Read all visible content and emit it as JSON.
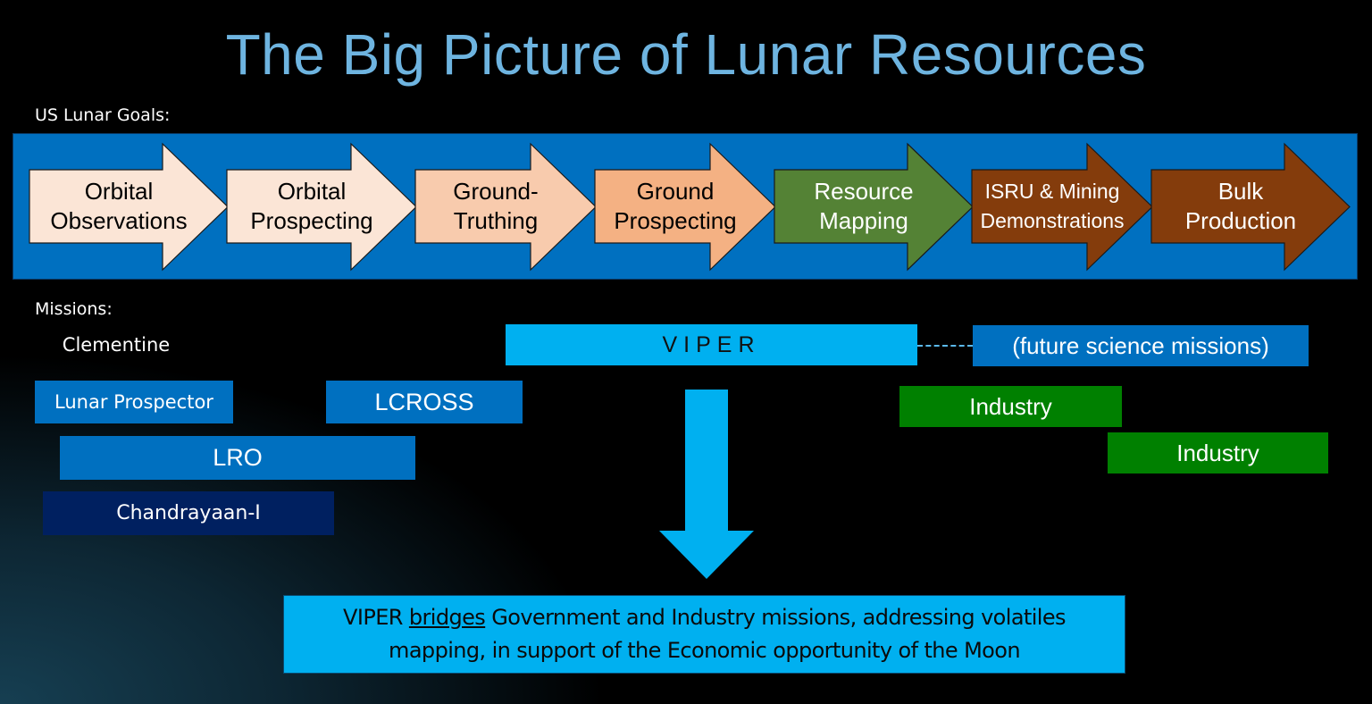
{
  "title": "The Big Picture of Lunar Resources",
  "goals": {
    "label": "US Lunar Goals:",
    "band_color": "#0070c0",
    "steps": [
      {
        "line1": "Orbital",
        "line2": "Observations",
        "fill": "#fbe5d6",
        "text_color": "#000000"
      },
      {
        "line1": "Orbital",
        "line2": "Prospecting",
        "fill": "#fbe5d6",
        "text_color": "#000000"
      },
      {
        "line1": "Ground-",
        "line2": "Truthing",
        "fill": "#f8cbad",
        "text_color": "#000000"
      },
      {
        "line1": "Ground",
        "line2": "Prospecting",
        "fill": "#f4b183",
        "text_color": "#000000"
      },
      {
        "line1": "Resource",
        "line2": "Mapping",
        "fill": "#548235",
        "text_color": "#ffffff"
      },
      {
        "line1": "ISRU & Mining",
        "line2": "Demonstrations",
        "fill": "#843c0c",
        "text_color": "#ffffff"
      },
      {
        "line1": "Bulk",
        "line2": "Production",
        "fill": "#843c0c",
        "text_color": "#ffffff"
      }
    ]
  },
  "missions": {
    "label": "Missions:",
    "bars": [
      {
        "name": "Clementine",
        "color": "#000000"
      },
      {
        "name": "Lunar Prospector",
        "color": "#0070c0"
      },
      {
        "name": "LCROSS",
        "color": "#0070c0"
      },
      {
        "name": "LRO",
        "color": "#0070c0"
      },
      {
        "name": "Chandrayaan-I",
        "color": "#002060"
      },
      {
        "name": "VIPER",
        "color": "#00b0f0"
      },
      {
        "name": "(future science missions)",
        "color": "#0070c0"
      },
      {
        "name": "Industry",
        "color": "#008000"
      },
      {
        "name": "Industry",
        "color": "#008000"
      }
    ]
  },
  "summary": {
    "part1": "VIPER ",
    "underlined": "bridges",
    "part2": " Government and Industry missions, addressing volatiles mapping, in support of the Economic opportunity of the Moon",
    "color": "#00b0f0"
  }
}
